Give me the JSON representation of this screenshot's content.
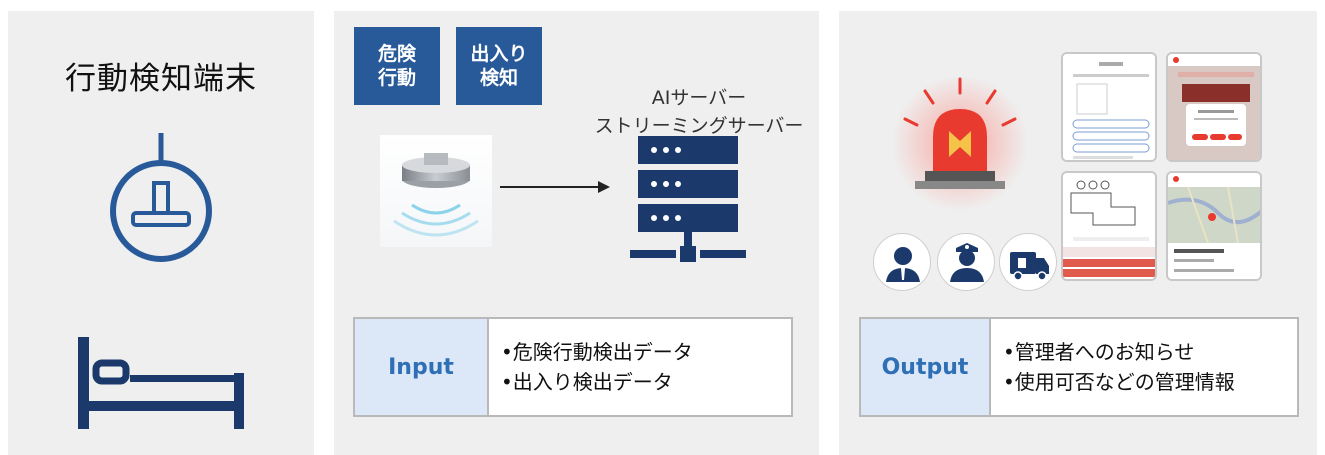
{
  "device_panel": {
    "title": "行動検知端末",
    "icons": [
      "pendant-sensor-icon",
      "bed-icon"
    ]
  },
  "input_panel": {
    "tags": [
      {
        "line1": "危険",
        "line2": "行動"
      },
      {
        "line1": "出入り",
        "line2": "検知"
      }
    ],
    "server_label_line1": "AIサーバー",
    "server_label_line2": "ストリーミングサーバー",
    "info": {
      "key": "Input",
      "items": [
        "•危険行動検出データ",
        "•出入り検出データ"
      ]
    }
  },
  "output_panel": {
    "role_icons": [
      "manager-icon",
      "police-icon",
      "ambulance-icon"
    ],
    "info": {
      "key": "Output",
      "items": [
        "•管理者へのお知らせ",
        "•使用可否などの管理情報"
      ]
    }
  },
  "colors": {
    "tag_blue": "#285a9a",
    "navy": "#1b3a6b",
    "key_bg": "#dce8f8",
    "key_text": "#2f6fb5",
    "alarm_red": "#e83a2e"
  }
}
